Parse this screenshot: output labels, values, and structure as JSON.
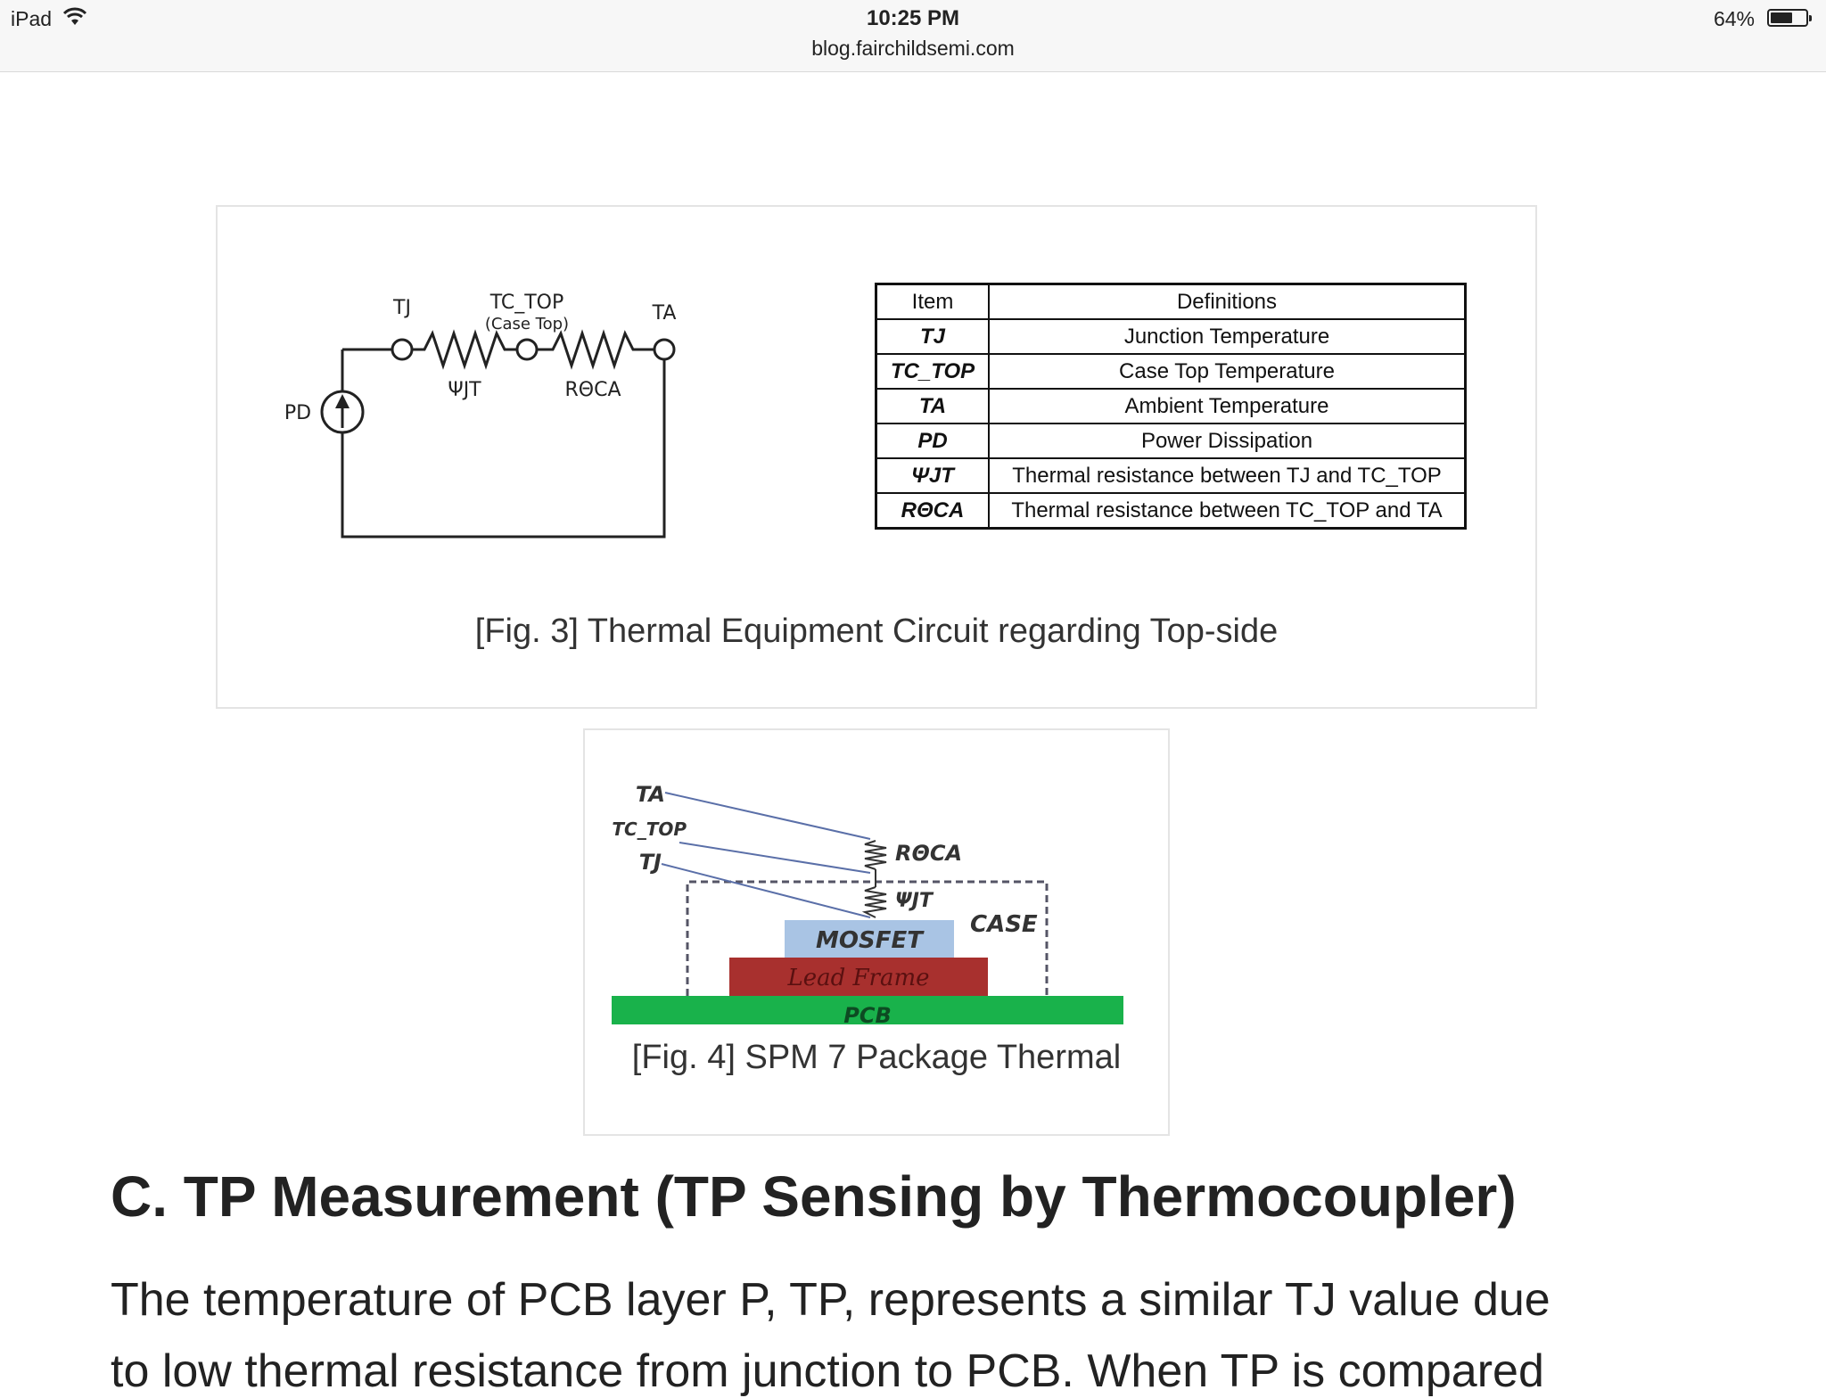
{
  "status_bar": {
    "device": "iPad",
    "time": "10:25 PM",
    "url": "blog.fairchildsemi.com",
    "battery": "64%",
    "battery_level": 0.64
  },
  "fig3": {
    "circuit": {
      "tj": "TJ",
      "tc_top": "TC_TOP",
      "case_top": "(Case Top)",
      "ta": "TA",
      "psi_jt": "ΨJT",
      "r_oca": "RΘCA",
      "pd": "PD"
    },
    "table": {
      "headers": [
        "Item",
        "Definitions"
      ],
      "rows": [
        {
          "item": "TJ",
          "definition": "Junction Temperature"
        },
        {
          "item": "TC_TOP",
          "definition": "Case Top Temperature"
        },
        {
          "item": "TA",
          "definition": "Ambient Temperature"
        },
        {
          "item": "PD",
          "definition": "Power Dissipation"
        },
        {
          "item": "ΨJT",
          "definition": "Thermal resistance between TJ and TC_TOP"
        },
        {
          "item": "RΘCA",
          "definition": "Thermal resistance between TC_TOP and TA"
        }
      ]
    },
    "caption": "[Fig. 3] Thermal Equipment Circuit regarding Top-side"
  },
  "fig4": {
    "labels": {
      "ta": "TA",
      "tc_top": "TC_TOP",
      "tj": "TJ",
      "r_oca": "RΘCA",
      "psi_jt": "ΨJT",
      "case": "CASE",
      "mosfet": "MOSFET",
      "lead_frame": "Lead Frame",
      "pcb": "PCB"
    },
    "caption": "[Fig. 4] SPM 7 Package Thermal"
  },
  "section": {
    "heading": "C. TP Measurement (TP Sensing by Thermocoupler)",
    "para1": "The temperature of PCB layer P, TP, represents a similar TJ value due",
    "para2": "to low thermal resistance from junction to PCB.  When TP is compared"
  },
  "colors": {
    "mosfet": "#a9c4e4",
    "lead_frame": "#a8302e",
    "pcb": "#19b24b"
  }
}
